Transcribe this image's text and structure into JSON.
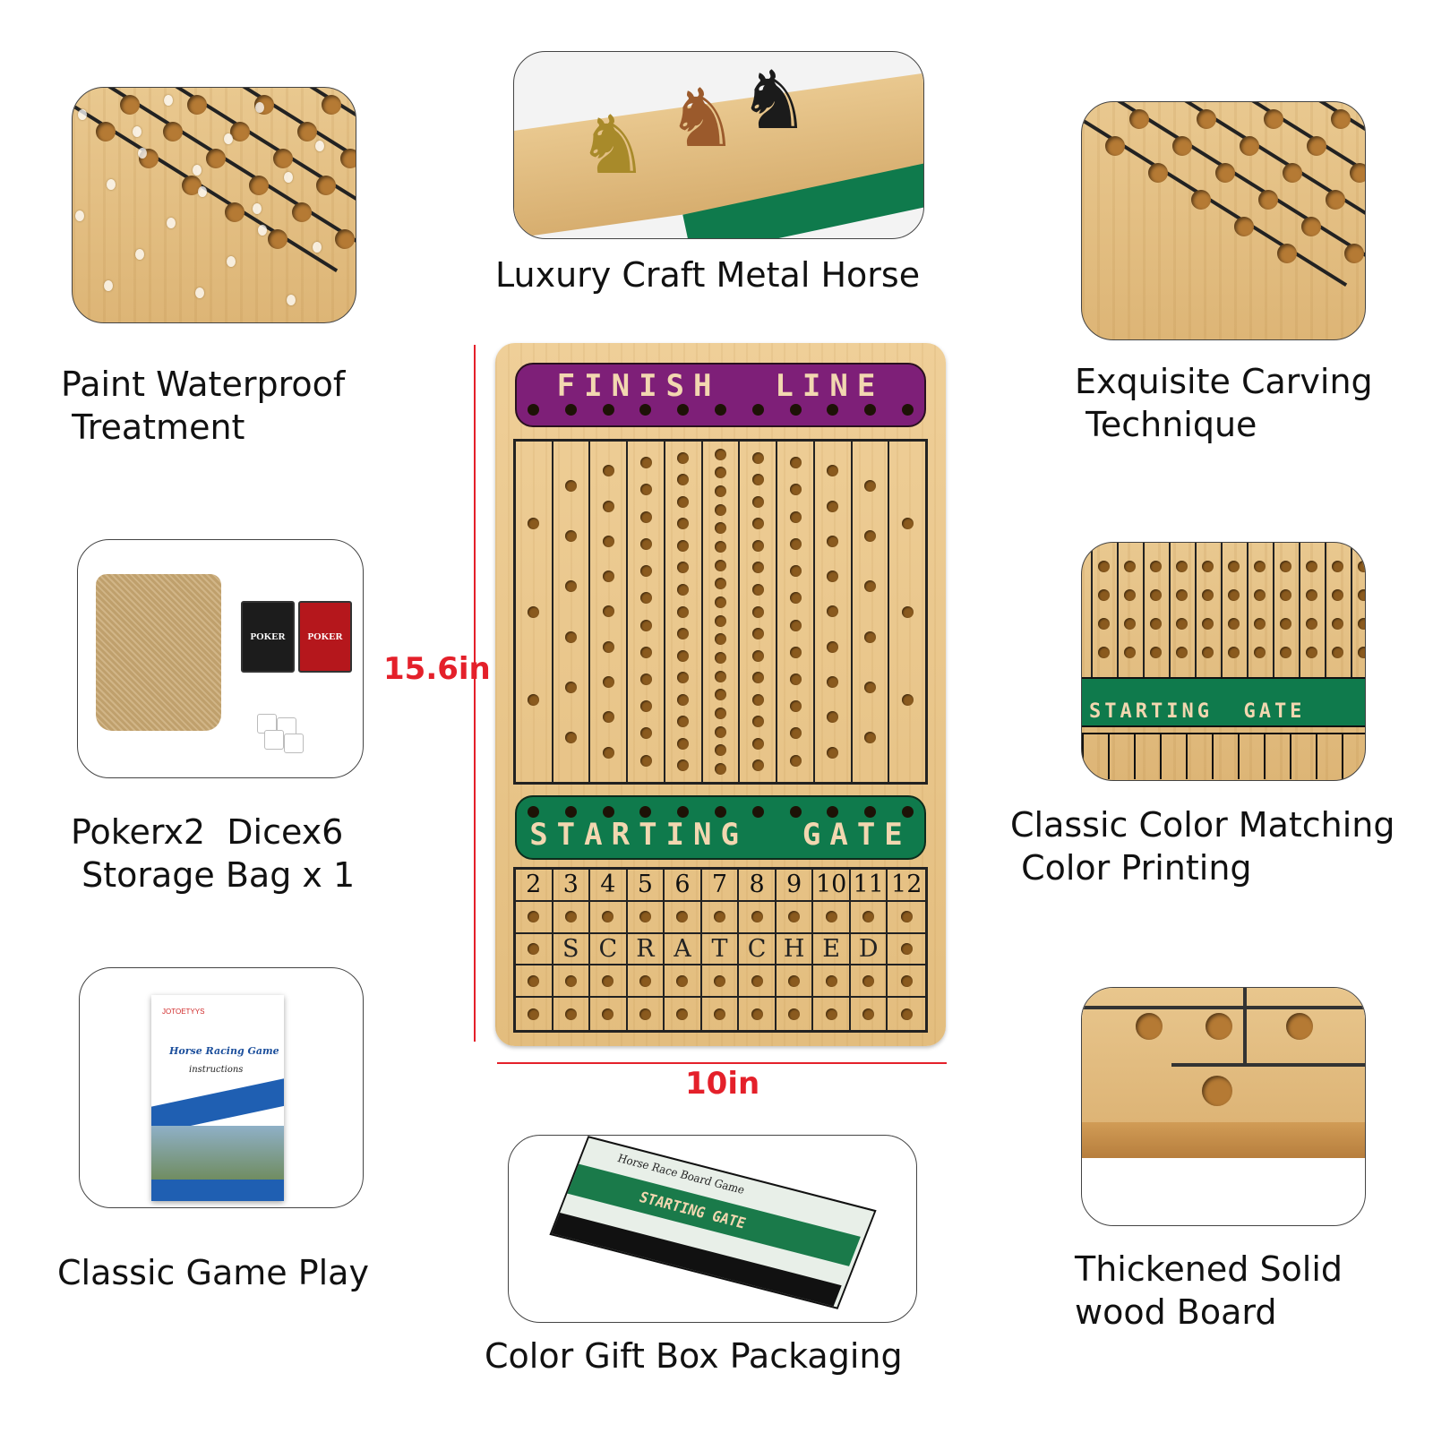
{
  "captions": {
    "paint": "Paint Waterproof\n Treatment",
    "horse": "Luxury Craft Metal Horse",
    "carving": "Exquisite Carving\n Technique",
    "poker": "Pokerx2  Dicex6\n Storage Bag x 1",
    "color": "Classic Color Matching\n Color Printing",
    "classic": "Classic Game Play",
    "gift": "Color Gift Box Packaging",
    "wood": "Thickened Solid\nwood Board"
  },
  "dimensions": {
    "height": "15.6in",
    "width": "10in"
  },
  "board": {
    "finish_label": "FINISH  LINE",
    "start_label": "STARTING  GATE",
    "numbers": [
      "2",
      "3",
      "4",
      "5",
      "6",
      "7",
      "8",
      "9",
      "10",
      "11",
      "12"
    ],
    "scratched": [
      "S",
      "C",
      "R",
      "A",
      "T",
      "C",
      "H",
      "E",
      "D"
    ]
  },
  "thumbnails": {
    "poker_card": "POKER",
    "booklet_brand": "JOTOETYYS",
    "booklet_title": "Horse Racing Game",
    "booklet_subtitle": "instructions",
    "starting_gate": "STARTING  GATE",
    "box_title": "Horse Race Board Game",
    "box_gate": "STARTING GATE"
  },
  "colors": {
    "accent_red": "#e4202a",
    "finish_purple": "#7e1f78",
    "start_green": "#0f7a4c"
  }
}
